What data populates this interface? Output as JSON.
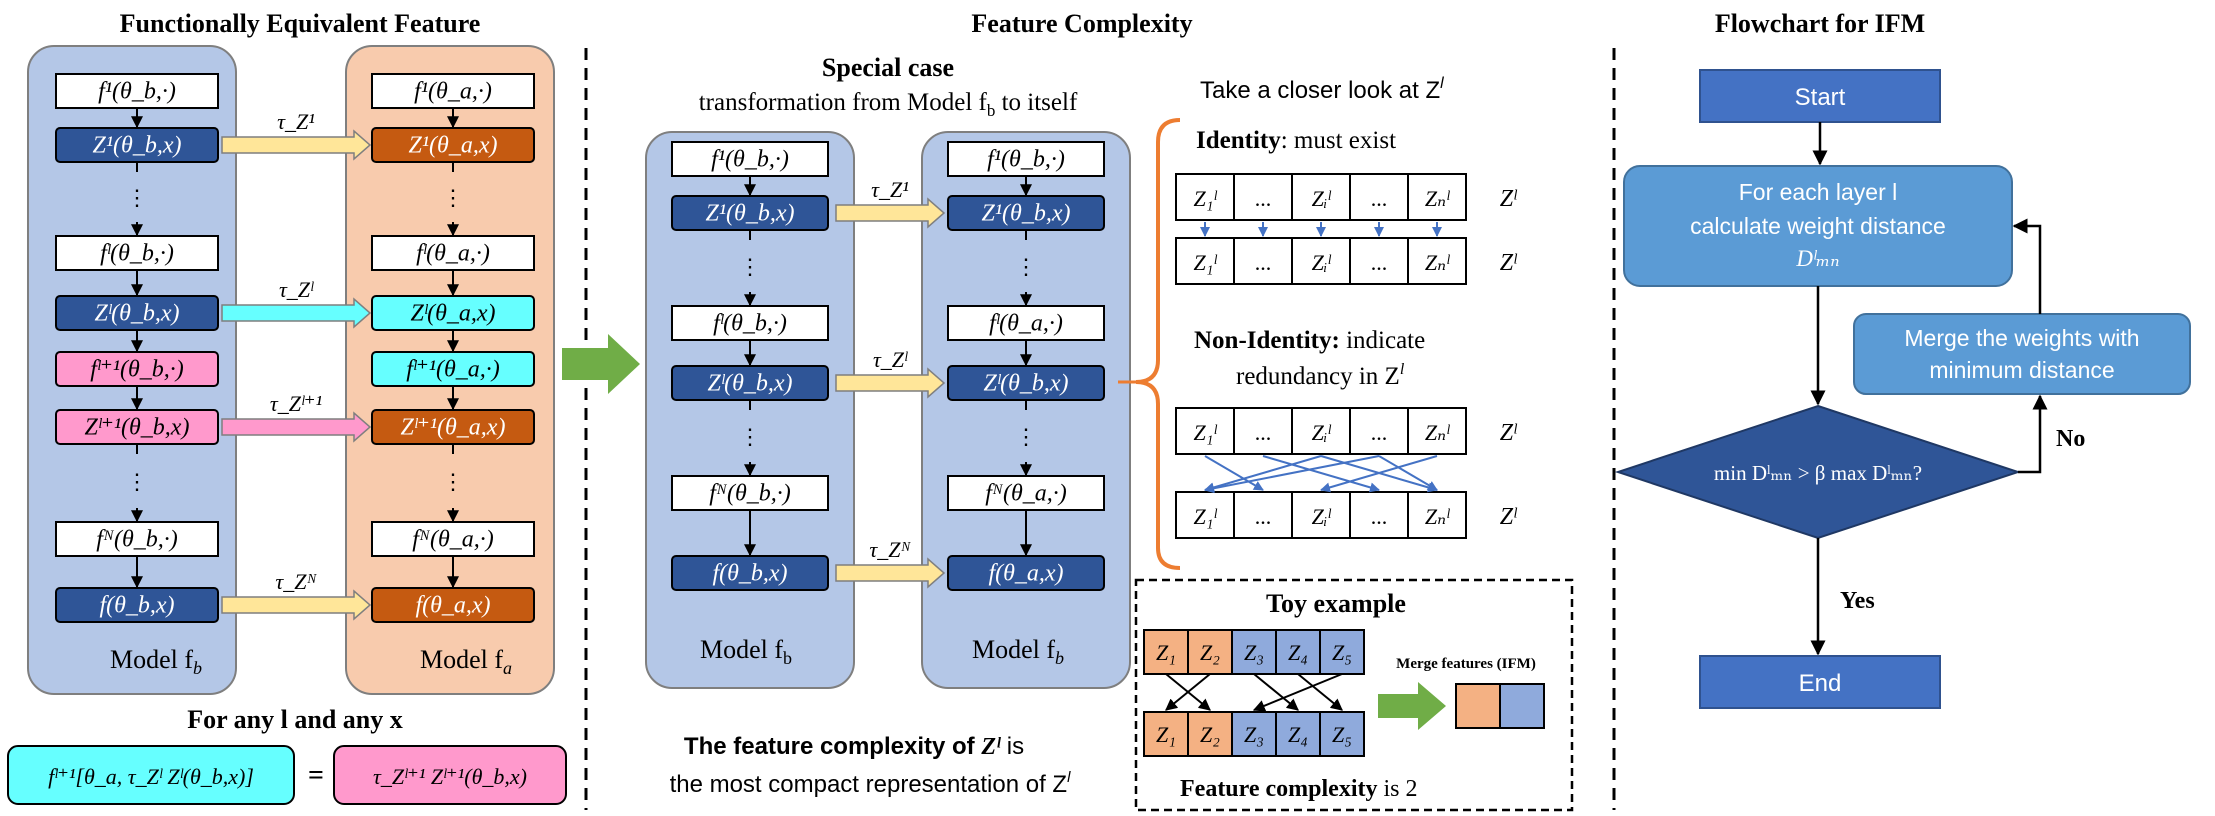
{
  "panel1": {
    "title": "Functionally Equivalent Feature",
    "left_model_label": "Model f",
    "left_model_sub": "b",
    "right_model_label": "Model f",
    "right_model_sub": "a",
    "left_boxes": [
      "f¹(θ_b,·)",
      "Z¹(θ_b,x)",
      "fˡ(θ_b,·)",
      "Zˡ(θ_b,x)",
      "fˡ⁺¹(θ_b,·)",
      "Zˡ⁺¹(θ_b,x)",
      "fᴺ(θ_b,·)",
      "f(θ_b,x)"
    ],
    "right_boxes": [
      "f¹(θ_a,·)",
      "Z¹(θ_a,x)",
      "fˡ(θ_a,·)",
      "Zˡ(θ_a,x)",
      "fˡ⁺¹(θ_a,·)",
      "Zˡ⁺¹(θ_a,x)",
      "fᴺ(θ_a,·)",
      "f(θ_a,x)"
    ],
    "taus": [
      "τ_Z¹",
      "τ_Zˡ",
      "τ_Zˡ⁺¹",
      "τ_Zᴺ"
    ],
    "condition": "For any l and any x",
    "equation_left": "fˡ⁺¹[θ_a, τ_Zˡ Zˡ(θ_b,x)]",
    "equals": "=",
    "equation_right": "τ_Zˡ⁺¹ Zˡ⁺¹(θ_b,x)"
  },
  "panel2": {
    "title": "Feature Complexity",
    "special_case": "Special case",
    "special_desc": "transformation from Model f",
    "special_desc_sub": "b",
    "special_desc_tail": " to itself",
    "left_model_label": "Model f",
    "left_model_sub": "b",
    "right_model_label": "Model f",
    "right_model_sub": "b",
    "closer_look": "Take a closer look at Z",
    "identity_bold": "Identity",
    "identity_rest": ": must exist",
    "nonidentity_bold": "Non-Identity:",
    "nonidentity_rest": " indicate",
    "nonidentity_line2": "redundancy in Z",
    "row_cells": [
      "Z₁ˡ",
      "...",
      "Zᵢˡ",
      "...",
      "Zₙˡ"
    ],
    "row_label": "Zˡ",
    "bottom_line1a": "The feature  complexity of ",
    "bottom_line1b": "Zˡ",
    "bottom_line1c": " is",
    "bottom_line2": "the most compact representation of Z",
    "toy_title": "Toy example",
    "toy_cells": [
      "Z₁",
      "Z₂",
      "Z₃",
      "Z₄",
      "Z₅"
    ],
    "merge_label": "Merge features (IFM)",
    "complexity_bold": "Feature complexity",
    "complexity_rest": " is 2"
  },
  "panel3": {
    "title": "Flowchart for IFM",
    "start": "Start",
    "step1_line1": "For each layer l",
    "step1_line2": "calculate weight distance",
    "step1_line3": "Dˡₘₙ",
    "merge_line1": "Merge the weights with",
    "merge_line2": "minimum distance",
    "decision": "min Dˡₘₙ >  β max Dˡₘₙ?",
    "no": "No",
    "yes": "Yes",
    "end": "End"
  },
  "colors": {
    "panel_blue": "#b4c7e7",
    "panel_orange": "#f8cbad",
    "dark_blue": "#2f5597",
    "dark_orange": "#c55a11",
    "cyan": "#66ffff",
    "pink": "#ff99cc",
    "yellow_arrow": "#ffe699",
    "green_arrow": "#70ad47",
    "flow_blue": "#4472c4",
    "flow_light": "#5b9bd5",
    "bracket_orange": "#ed7d31",
    "toy_orange": "#f4b183",
    "toy_blue": "#8faadc"
  }
}
